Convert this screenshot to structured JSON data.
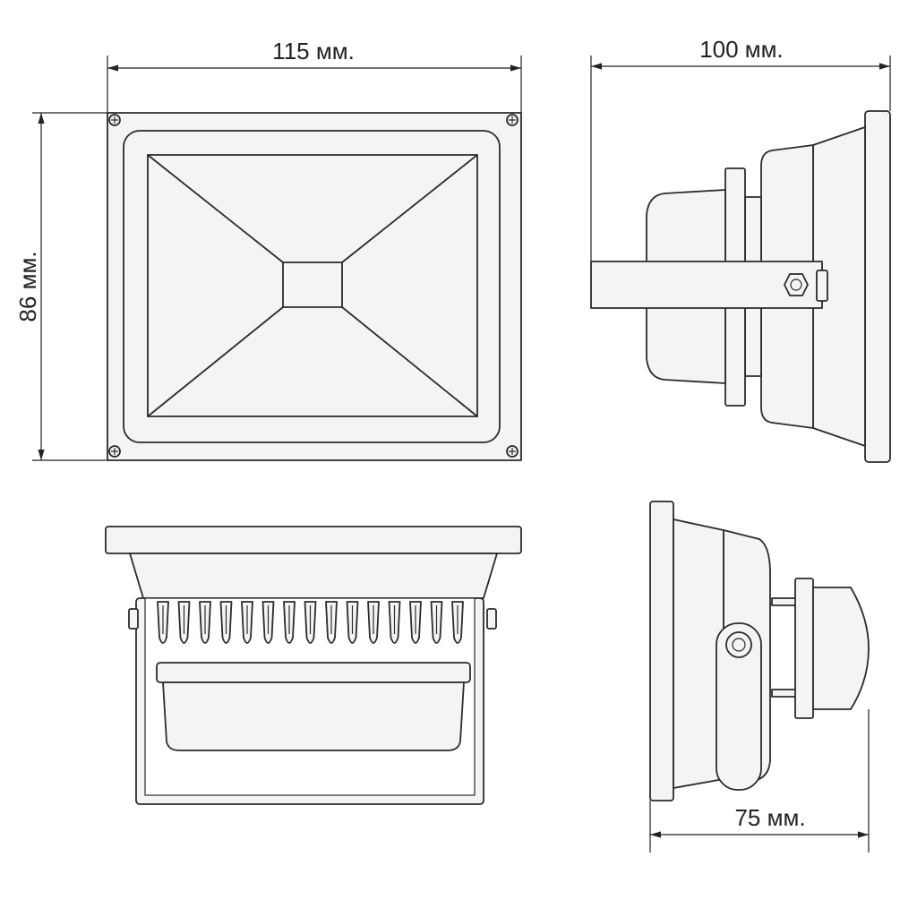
{
  "dimensions": {
    "width": "115 мм.",
    "height": "86 мм.",
    "depth": "100 мм.",
    "bracket_depth": "75 мм."
  },
  "views": [
    "front-view",
    "side-view-right",
    "bottom-view",
    "side-view-tilted"
  ],
  "colors": {
    "line": "#2b2b2b",
    "fill": "#f4f4f4",
    "background": "#ffffff"
  }
}
